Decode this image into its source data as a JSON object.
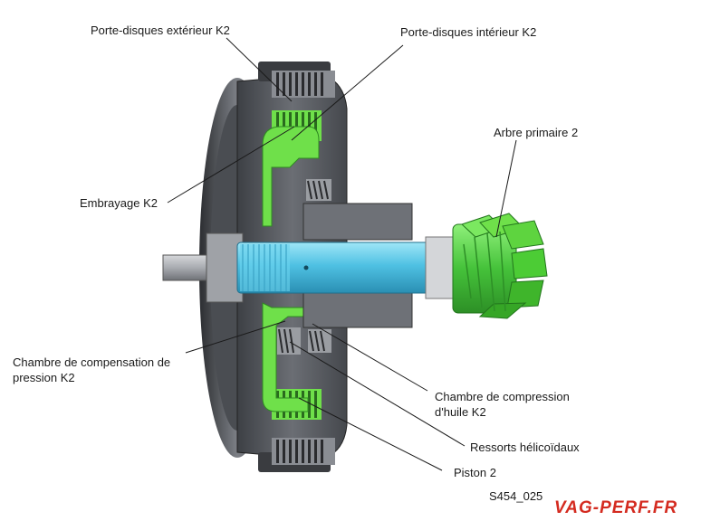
{
  "labels": {
    "outer_carrier": "Porte-disques extérieur K2",
    "inner_carrier": "Porte-disques intérieur K2",
    "input_shaft": "Arbre primaire 2",
    "clutch": "Embrayage K2",
    "compensation_chamber": "Chambre de compensation de pression K2",
    "oil_chamber": "Chambre de compression d'huile K2",
    "springs": "Ressorts hélicoïdaux",
    "piston": "Piston 2"
  },
  "caption": "S454_025",
  "watermark": "VAG-PERF.FR",
  "colors": {
    "housing": "#5a5d63",
    "housing_dark": "#2c2e32",
    "housing_light": "#8a8d93",
    "oil_green": "#6fe04a",
    "shaft_cyan": "#5cc8e6",
    "gear_green": "#45c23a",
    "watermark_red": "#d42b20"
  }
}
